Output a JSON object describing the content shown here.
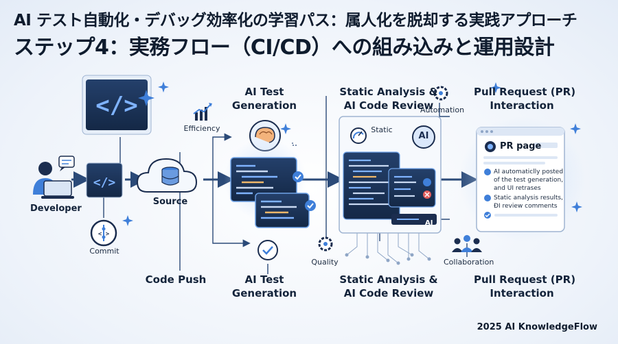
{
  "header": {
    "title_line1": "AI テスト自動化・デバッグ効率化の学習パス：属人化を脱却する実践アプローチ",
    "title_line2": "ステップ4：実務フロー（CI/CD）への組み込みと運用設計"
  },
  "nodes": {
    "developer": "Developer",
    "commit": "Commit",
    "source": "Source",
    "efficiency": "Efficiency",
    "ai_test_generation_top": [
      "AI Test",
      "Generation"
    ],
    "static_analysis_top": [
      "Static Analysis &",
      "AI Code Review"
    ],
    "automation": "Automation",
    "pull_request_top": [
      "Pull Request (PR)",
      "Interaction"
    ],
    "static_label": "Static",
    "ai_chip": "AI",
    "ai_bar": "AI",
    "quality": "Quality",
    "collaboration": "Collaboration"
  },
  "bottom_labels": {
    "code_push": "Code Push",
    "ai_test_generation": [
      "AI Test",
      "Generation"
    ],
    "static_analysis": [
      "Static Analysis &",
      "AI Code Review"
    ],
    "pull_request": [
      "Pull Request (PR)",
      "Interaction"
    ]
  },
  "pr_panel": {
    "title": "PR page",
    "note1": [
      "AI automaticlly posted",
      "of the test generation,",
      "and UI retrases"
    ],
    "note2": [
      "Static analysis results,",
      "ÐI review comments"
    ]
  },
  "footer": "2025 AI KnowledgeFlow",
  "colors": {
    "navy": "#1b2d4f",
    "accent": "#3f7fd9",
    "line": "#2b4a78",
    "panel": "#ffffff"
  }
}
